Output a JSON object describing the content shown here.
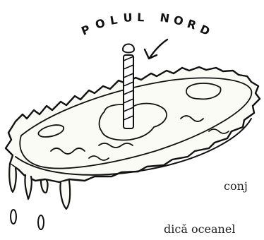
{
  "illustration": {
    "label": "POLUL NORD",
    "label_letters": [
      "P",
      "O",
      "L",
      "U",
      "L",
      " ",
      "N",
      "O",
      "R",
      "D"
    ]
  },
  "text_lines": [
    "conj",
    "dică oceanel"
  ]
}
